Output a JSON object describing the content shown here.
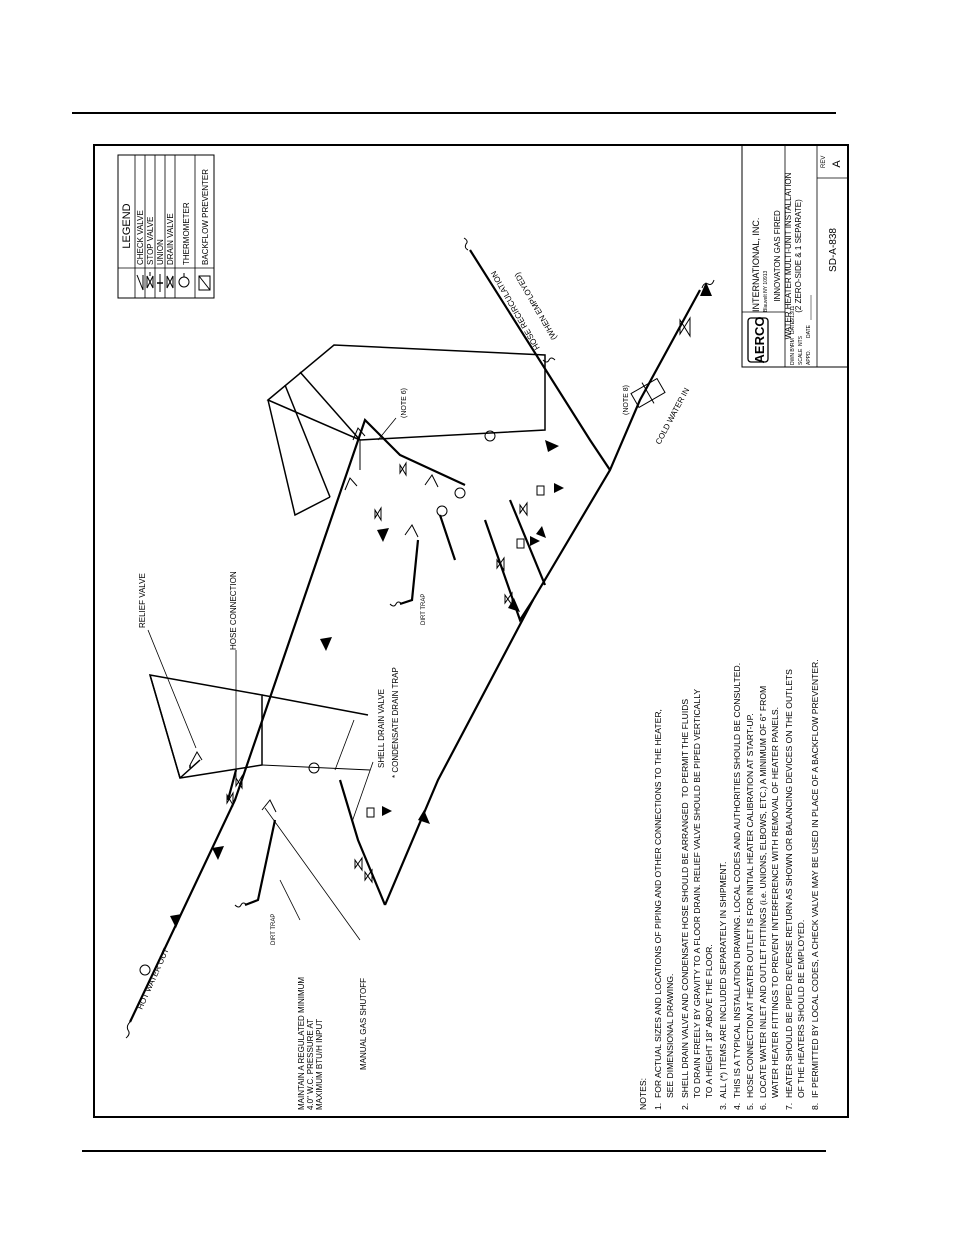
{
  "legend": {
    "title": "LEGEND",
    "items": [
      {
        "symbol": "check-valve-icon",
        "label": "CHECK VALVE"
      },
      {
        "symbol": "stop-valve-icon",
        "label": "STOP VALVE"
      },
      {
        "symbol": "union-icon",
        "label": "UNION"
      },
      {
        "symbol": "drain-valve-icon",
        "label": "DRAIN VALVE"
      },
      {
        "symbol": "thermometer-icon",
        "label": "THERMOMETER"
      },
      {
        "symbol": "backflow-preventer-icon",
        "label": "BACKFLOW PREVENTER"
      }
    ]
  },
  "title_block": {
    "brand": "AERCO",
    "company": "INTERNATIONAL, INC.",
    "location": "Blauvelt NY 10913",
    "title_line1": "INNOVATON GAS FIRED",
    "title_line2": "WATER HEATER MULTI-UNIT INSTALLATION",
    "title_line3": "(2 ZERO-SIDE & 1 SEPARATE)",
    "drawn_by_label": "DWN BY",
    "drawn_by": "RM",
    "date_label": "DATE",
    "date": "5/13/11",
    "scale_label": "SCALE",
    "scale": "NTS",
    "approved_label": "APPD.",
    "approved_date_label": "DATE",
    "drawing_number": "SD-A-838",
    "rev_label": "REV",
    "rev": "A"
  },
  "labels": {
    "relief_valve": "RELIEF VALVE",
    "hose_connection": "HOSE CONNECTION",
    "shell_drain_valve": "SHELL DRAIN VALVE",
    "condensate_drain_trap": "* CONDENSATE DRAIN TRAP",
    "dirt_trap_left": "DIRT TRAP",
    "dirt_trap_right": "DIRT TRAP",
    "hot_water_out": "HOT WATER OUT",
    "manual_gas_shutoff": "MANUAL GAS SHUTOFF",
    "gas_pressure_line1": "MAINTAIN A REGULATED MINIMUM",
    "gas_pressure_line2": "4.0\" W.C. PRESSURE AT",
    "gas_pressure_line3": "MAXIMUM BTU/H INPUT",
    "note6": "(NOTE 6)",
    "note8": "(NOTE 8)",
    "cold_water_in": "COLD WATER IN",
    "hose_recirc_line1": "HOSE RECIRCULATION",
    "hose_recirc_line2": "(WHEN EMPLOYED)"
  },
  "notes": {
    "heading": "NOTES:",
    "lines": [
      "1.  FOR ACTUAL SIZES AND LOCATIONS OF PIPING AND OTHER CONNECTIONS TO THE HEATER,",
      "     SEE DIMENSIONAL DRAWING.",
      "2.  SHELL DRAIN VALVE AND CONDENSATE HOSE SHOULD BE ARRANGED  TO PERMIT THE FLUIDS",
      "     TO DRAIN FREELY BY GRAVITY TO A FLOOR DRAIN. RELIEF VALVE SHOULD BE PIPED VERTICALLY",
      "     TO A HEIGHT 18\" ABOVE THE FLOOR.",
      "3.  ALL (*) ITEMS ARE INCLUDED SEPARATELY IN SHIPMENT.",
      "4.  THIS IS A TYPICAL INSTALLATION DRAWING. LOCAL CODES AND AUTHORITIES SHOULD BE CONSULTED.",
      "5.  HOSE CONNECTION AT HEATER OUTLET IS FOR INITIAL HEATER CALIBRATION AT START-UP.",
      "6.  LOCATE WATER INLET AND OUTLET FITTINGS (i.e. UNIONS, ELBOWS, ETC.) A MINIMUM OF 6\" FROM",
      "     WATER HEATER FITTINGS TO PREVENT INTERFERENCE WITH REMOVAL OF HEATER PANELS.",
      "7.  HEATER SHOULD BE PIPED REVERSE RETURN AS SHOWN OR BALANCING DEVICES ON THE OUTLETS",
      "     OF THE HEATERS SHOULD BE EMPLOYED.",
      "8.  IF PERMITTED BY LOCAL CODES, A CHECK VALVE MAY BE USED IN PLACE OF A BACKFLOW PREVENTER."
    ]
  }
}
